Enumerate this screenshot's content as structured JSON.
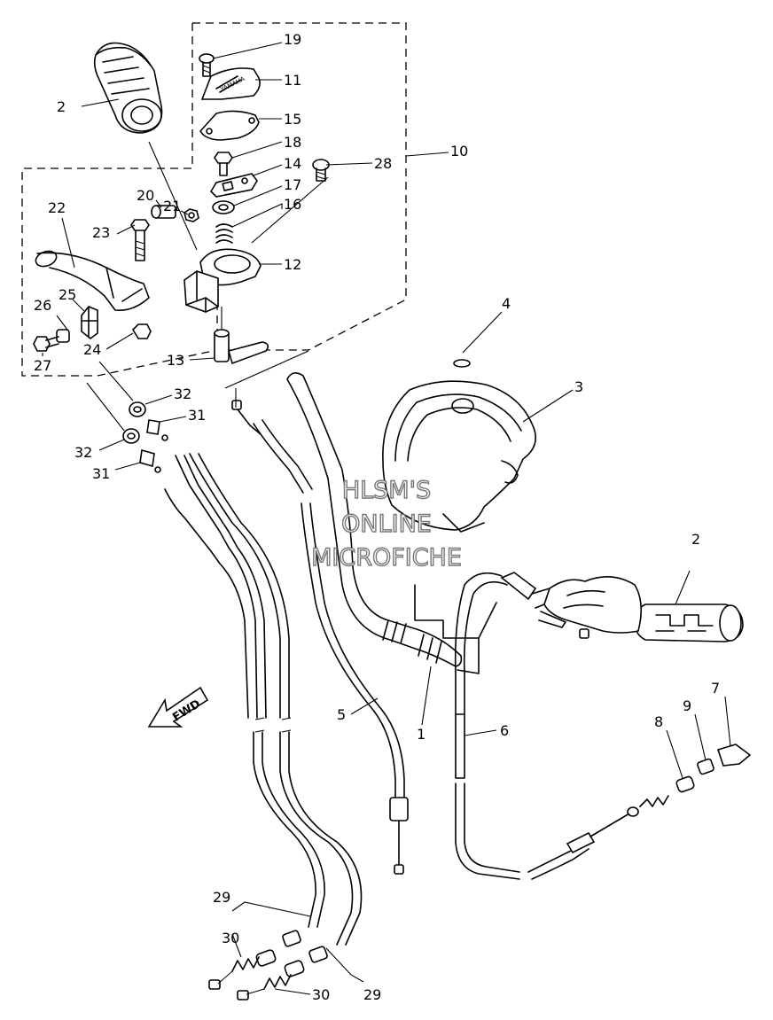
{
  "watermark": {
    "line1": "HLSM'S",
    "line2": "ONLINE",
    "line3": "MICROFICHE"
  },
  "direction_arrow": {
    "label": "FWD"
  },
  "callouts": [
    {
      "id": "c19",
      "label": "19"
    },
    {
      "id": "c11",
      "label": "11"
    },
    {
      "id": "c15",
      "label": "15"
    },
    {
      "id": "c18",
      "label": "18"
    },
    {
      "id": "c14",
      "label": "14"
    },
    {
      "id": "c28",
      "label": "28"
    },
    {
      "id": "c10",
      "label": "10"
    },
    {
      "id": "c17",
      "label": "17"
    },
    {
      "id": "c16",
      "label": "16"
    },
    {
      "id": "c12",
      "label": "12"
    },
    {
      "id": "c2a",
      "label": "2"
    },
    {
      "id": "c20",
      "label": "20"
    },
    {
      "id": "c21",
      "label": "21"
    },
    {
      "id": "c22",
      "label": "22"
    },
    {
      "id": "c23",
      "label": "23"
    },
    {
      "id": "c25",
      "label": "25"
    },
    {
      "id": "c26",
      "label": "26"
    },
    {
      "id": "c24",
      "label": "24"
    },
    {
      "id": "c27",
      "label": "27"
    },
    {
      "id": "c13",
      "label": "13"
    },
    {
      "id": "c32a",
      "label": "32"
    },
    {
      "id": "c31a",
      "label": "31"
    },
    {
      "id": "c32b",
      "label": "32"
    },
    {
      "id": "c31b",
      "label": "31"
    },
    {
      "id": "c4",
      "label": "4"
    },
    {
      "id": "c3",
      "label": "3"
    },
    {
      "id": "c2b",
      "label": "2"
    },
    {
      "id": "c7",
      "label": "7"
    },
    {
      "id": "c9",
      "label": "9"
    },
    {
      "id": "c8",
      "label": "8"
    },
    {
      "id": "c5",
      "label": "5"
    },
    {
      "id": "c1",
      "label": "1"
    },
    {
      "id": "c6",
      "label": "6"
    },
    {
      "id": "c29a",
      "label": "29"
    },
    {
      "id": "c30a",
      "label": "30"
    },
    {
      "id": "c30b",
      "label": "30"
    },
    {
      "id": "c29b",
      "label": "29"
    }
  ]
}
